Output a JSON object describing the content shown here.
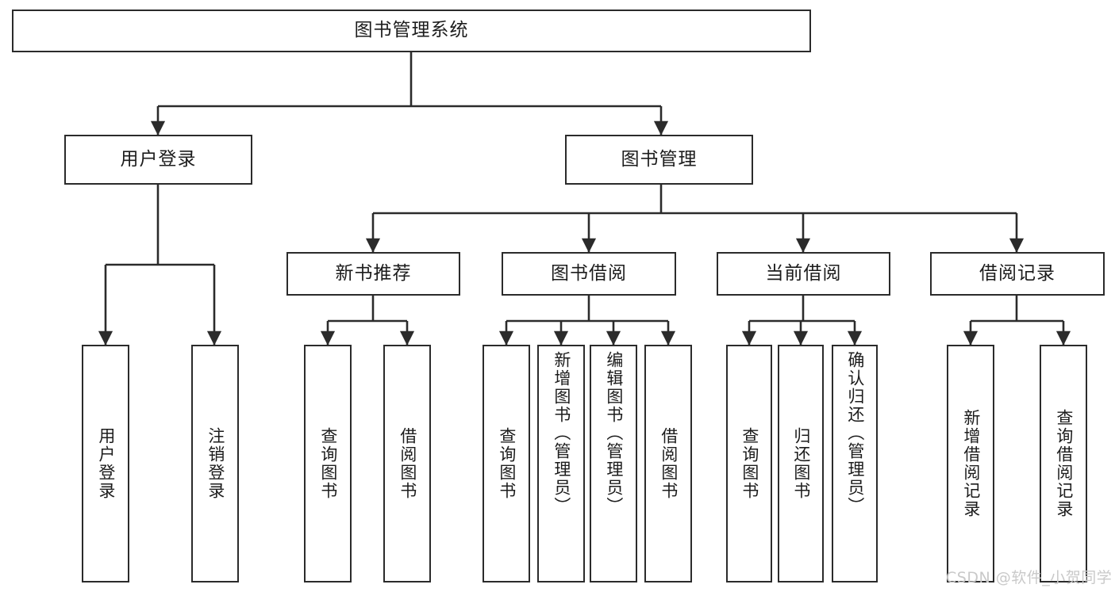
{
  "diagram": {
    "title": "图书管理系统",
    "type": "tree-hierarchy",
    "watermark": "CSDN @软件_小贺同学",
    "colors": {
      "stroke": "#2b2b2b",
      "fill": "#ffffff",
      "text": "#1c1c1c",
      "watermark": "#c9c9c9"
    },
    "root": {
      "label": "图书管理系统"
    },
    "level2": [
      {
        "label": "用户登录"
      },
      {
        "label": "图书管理"
      }
    ],
    "level3": [
      {
        "label": "新书推荐"
      },
      {
        "label": "图书借阅"
      },
      {
        "label": "当前借阅"
      },
      {
        "label": "借阅记录"
      }
    ],
    "leaves": {
      "user_login": [
        {
          "label": "用户登录"
        },
        {
          "label": "注销登录"
        }
      ],
      "new_book_recommend": [
        {
          "label": "查询图书"
        },
        {
          "label": "借阅图书"
        }
      ],
      "book_borrow": [
        {
          "label": "查询图书"
        },
        {
          "label": "新增图书（管理员）"
        },
        {
          "label": "编辑图书（管理员）"
        },
        {
          "label": "借阅图书"
        }
      ],
      "current_borrow": [
        {
          "label": "查询图书"
        },
        {
          "label": "归还图书"
        },
        {
          "label": "确认归还（管理员）"
        }
      ],
      "borrow_record": [
        {
          "label": "新增借阅记录"
        },
        {
          "label": "查询借阅记录"
        }
      ]
    }
  }
}
